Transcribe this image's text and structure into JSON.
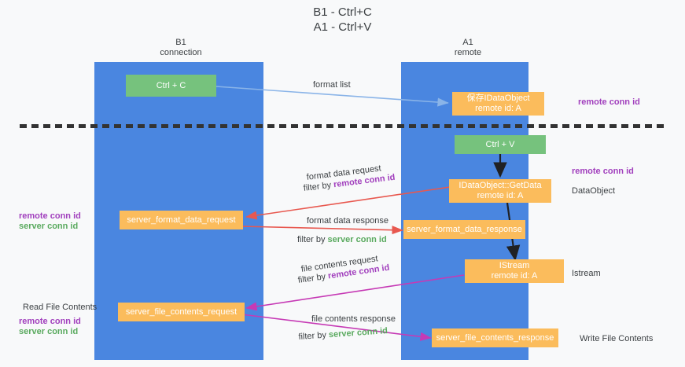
{
  "title": "B1 - Ctrl+C\nA1 - Ctrl+V",
  "colors": {
    "lane": "#4a86e0",
    "node_orange": "#fbbc5c",
    "node_green": "#76c27d",
    "remote_conn_id": "#a13fbd",
    "server_conn_id": "#5aaa5f",
    "arrow_blue": "#8ab4e8",
    "arrow_red": "#e8584f",
    "arrow_magenta": "#c63ab5",
    "arrow_black": "#202124",
    "background": "#f8f9fa"
  },
  "lanes": [
    {
      "id": "b1",
      "header": "B1\nconnection"
    },
    {
      "id": "a1",
      "header": "A1\nremote"
    }
  ],
  "nodes": {
    "ctrl_c": {
      "label": "Ctrl + C",
      "color": "green"
    },
    "ctrl_v": {
      "label": "Ctrl + V",
      "color": "green"
    },
    "save_idataobject": {
      "label": "保存IDataObject\nremote id: A",
      "color": "orange"
    },
    "getdata": {
      "label": "IDataObject::GetData\nremote id: A",
      "color": "orange"
    },
    "istream": {
      "label": "IStream\nremote id: A",
      "color": "orange"
    },
    "server_format_data_request": {
      "label": "server_format_data_request",
      "color": "orange"
    },
    "server_format_data_response": {
      "label": "server_format_data_response",
      "color": "orange"
    },
    "server_file_contents_request": {
      "label": "server_file_contents_request",
      "color": "orange"
    },
    "server_file_contents_response": {
      "label": "server_file_contents_response",
      "color": "orange"
    }
  },
  "edge_labels": {
    "format_list": "format list",
    "format_data_request": "format data request",
    "format_data_request_filter_prefix": "filter by ",
    "format_data_request_filter_key": "remote conn id",
    "format_data_response": "format data response",
    "format_data_response_filter_prefix": "filter by ",
    "format_data_response_filter_key": "server conn id",
    "file_contents_request": "file contents request",
    "file_contents_request_filter_prefix": "filter by ",
    "file_contents_request_filter_key": "remote conn id",
    "file_contents_response": "file contents response",
    "file_contents_response_filter_prefix": "filter by ",
    "file_contents_response_filter_key": "server conn id"
  },
  "annotations": {
    "right_remote_conn_id_top": "remote conn id",
    "right_remote_conn_id_mid": "remote conn id",
    "right_dataobject": "DataObject",
    "right_istream": "Istream",
    "right_write_file_contents": "Write File Contents",
    "left_remote_conn_id_mid": "remote conn id",
    "left_server_conn_id_mid": "server conn id",
    "left_read_file_contents": "Read File Contents",
    "left_remote_conn_id_bottom": "remote conn id",
    "left_server_conn_id_bottom": "server conn id"
  }
}
